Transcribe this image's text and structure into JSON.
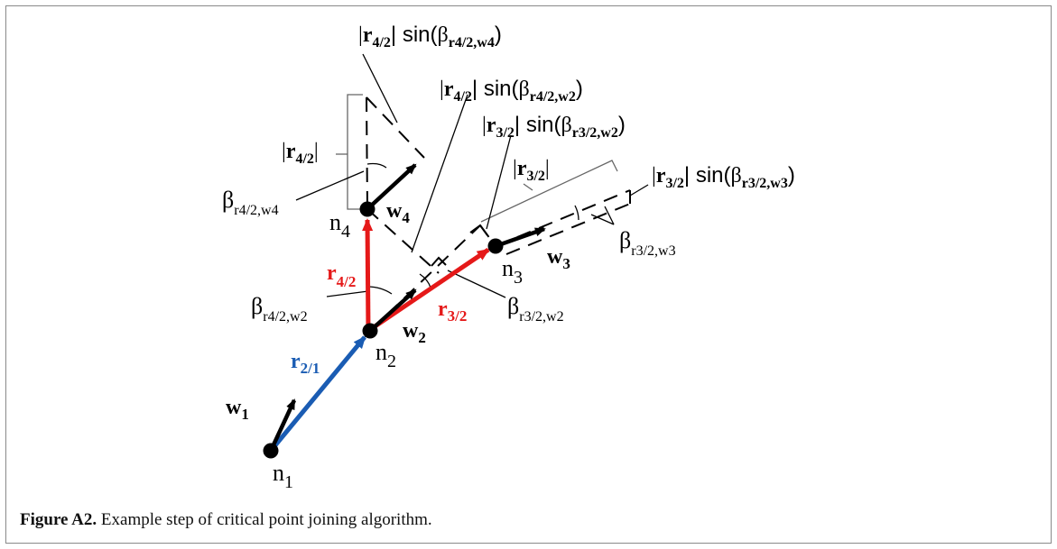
{
  "nodes": {
    "n1": {
      "base": "n",
      "sub": "1"
    },
    "n2": {
      "base": "n",
      "sub": "2"
    },
    "n3": {
      "base": "n",
      "sub": "3"
    },
    "n4": {
      "base": "n",
      "sub": "4"
    }
  },
  "vectors": {
    "w1": {
      "base": "w",
      "sub": "1"
    },
    "w2": {
      "base": "w",
      "sub": "2"
    },
    "w3": {
      "base": "w",
      "sub": "3"
    },
    "w4": {
      "base": "w",
      "sub": "4"
    },
    "r21": {
      "base": "r",
      "sub": "2/1"
    },
    "r42": {
      "base": "r",
      "sub": "4/2"
    },
    "r32": {
      "base": "r",
      "sub": "3/2"
    }
  },
  "angles": {
    "b42w4": {
      "base": "β",
      "sub": "r4/2,w4"
    },
    "b42w2": {
      "base": "β",
      "sub": "r4/2,w2"
    },
    "b32w2": {
      "base": "β",
      "sub": "r3/2,w2"
    },
    "b32w3": {
      "base": "β",
      "sub": "r3/2,w3"
    }
  },
  "annotations": {
    "abs_r42": {
      "bar_left": "|",
      "base": "r",
      "sub": "4/2",
      "bar_right": "|"
    },
    "abs_r32": {
      "bar_left": "|",
      "base": "r",
      "sub": "3/2",
      "bar_right": "|"
    },
    "proj_r42_w4": {
      "bar_left": "|",
      "base": "r",
      "sub": "4/2",
      "mid": "| sin(",
      "beta": "β",
      "beta_sub": "r4/2,w4",
      "close": ")"
    },
    "proj_r42_w2": {
      "bar_left": "|",
      "base": "r",
      "sub": "4/2",
      "mid": "| sin(",
      "beta": "β",
      "beta_sub": "r4/2,w2",
      "close": ")"
    },
    "proj_r32_w2": {
      "bar_left": "|",
      "base": "r",
      "sub": "3/2",
      "mid": "| sin(",
      "beta": "β",
      "beta_sub": "r3/2,w2",
      "close": ")"
    },
    "proj_r32_w3": {
      "bar_left": "|",
      "base": "r",
      "sub": "3/2",
      "mid": "| sin(",
      "beta": "β",
      "beta_sub": "r3/2,w3",
      "close": ")"
    }
  },
  "caption": {
    "label": "Figure A2.",
    "text": " Example step of critical point joining algorithm."
  },
  "colors": {
    "blue_vector": "#1a5cb3",
    "red_vector": "#e51919",
    "black": "#000000"
  }
}
